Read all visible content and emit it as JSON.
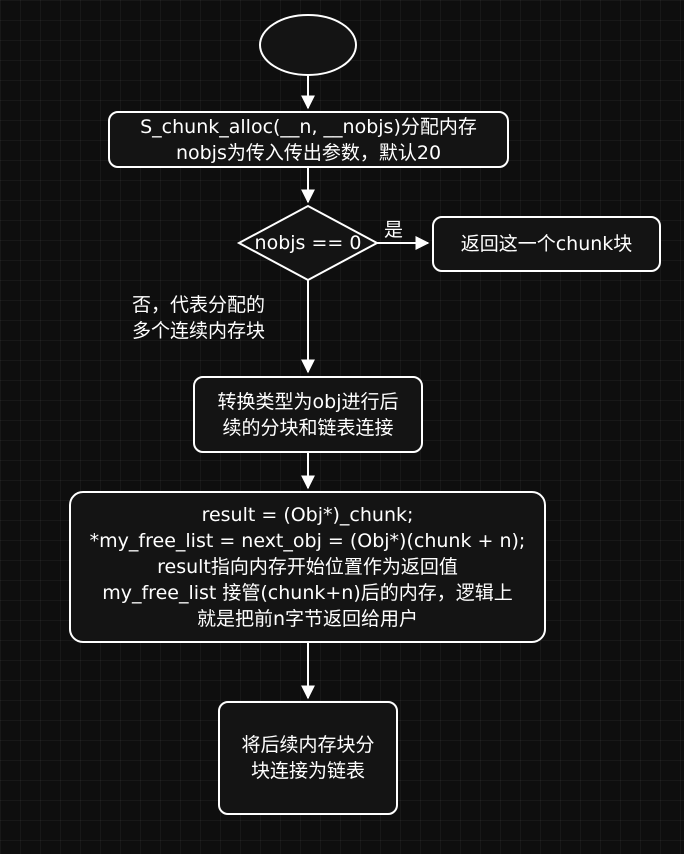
{
  "nodes": {
    "alloc": {
      "line1": "S_chunk_alloc(__n, __nobjs)分配内存",
      "line2": "nobjs为传入传出参数，默认20"
    },
    "decision": {
      "text": "nobjs == 0"
    },
    "return_chunk": {
      "text": "返回这一个chunk块"
    },
    "convert": {
      "line1": "转换类型为obj进行后",
      "line2": "续的分块和链表连接"
    },
    "assign": {
      "line1": "result = (Obj*)_chunk;",
      "line2": "*my_free_list = next_obj = (Obj*)(chunk + n);",
      "line3": "result指向内存开始位置作为返回值",
      "line4": "my_free_list 接管(chunk+n)后的内存，逻辑上",
      "line5": "就是把前n字节返回给用户"
    },
    "link": {
      "line1": "将后续内存块分",
      "line2": "块连接为链表"
    }
  },
  "edges": {
    "yes_label": "是",
    "no_label_line1": "否，代表分配的",
    "no_label_line2": "多个连续内存块"
  }
}
